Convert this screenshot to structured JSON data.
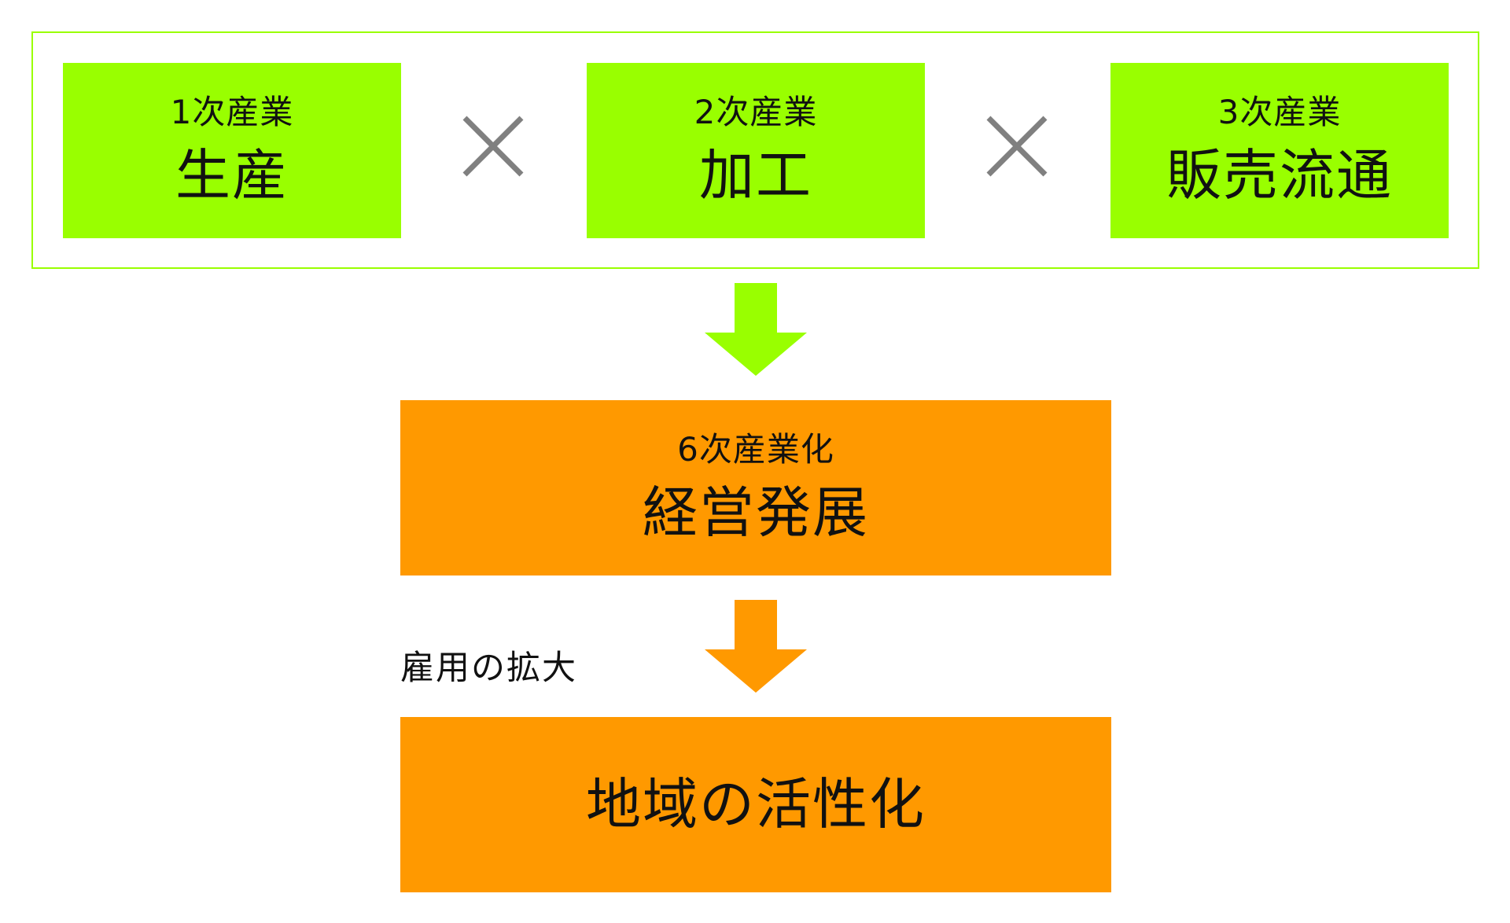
{
  "top_group": {
    "boxes": [
      {
        "sub": "1次産業",
        "main": "生産"
      },
      {
        "sub": "2次産業",
        "main": "加工"
      },
      {
        "sub": "3次産業",
        "main": "販売流通"
      }
    ],
    "operator_icon": "multiply-icon"
  },
  "middle_box": {
    "sub": "6次産業化",
    "main": "経営発展"
  },
  "side_label": "雇用の拡大",
  "bottom_box": {
    "main": "地域の活性化"
  },
  "colors": {
    "green": "#99ff00",
    "orange": "#ff9900",
    "operator_gray": "#808080",
    "text": "#111111"
  }
}
